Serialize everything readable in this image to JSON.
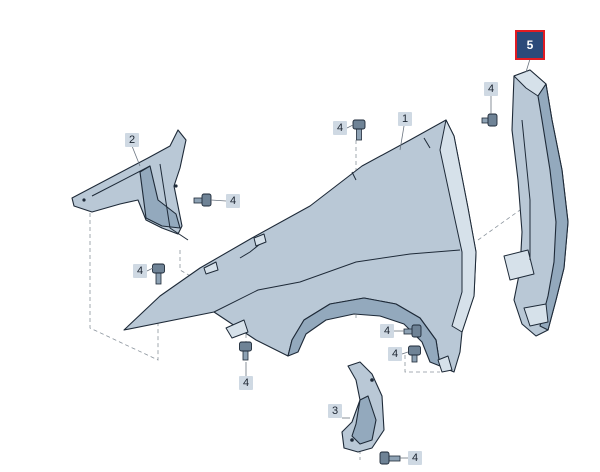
{
  "diagram": {
    "callouts": {
      "part1": "1",
      "part2": "2",
      "part3": "3",
      "part5": "5",
      "bolt_a": "4",
      "bolt_b": "4",
      "bolt_c": "4",
      "bolt_d": "4",
      "bolt_e": "4",
      "bolt_f": "4",
      "bolt_g": "4",
      "bolt_h": "4"
    },
    "highlighted_part": "5",
    "colors": {
      "part_fill": "#b9c8d6",
      "highlight_bg": "#2b4a7a",
      "highlight_frame": "#e11b22",
      "callout_bg": "#cfd9e3"
    }
  }
}
